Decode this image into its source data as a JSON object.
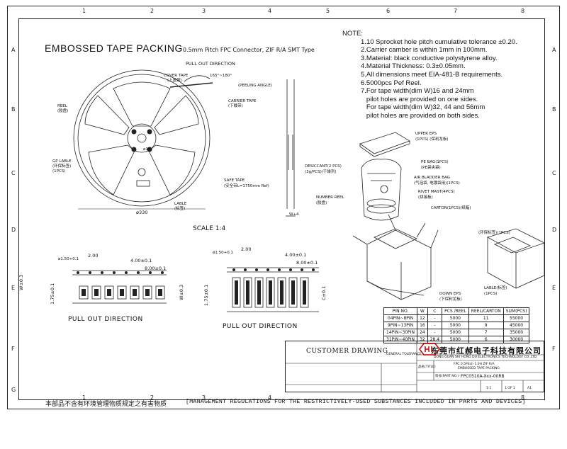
{
  "border_ticks": {
    "top": [
      "1",
      "2",
      "3",
      "4",
      "5",
      "6",
      "7",
      "8"
    ],
    "left": [
      "A",
      "B",
      "C",
      "D",
      "E",
      "F",
      "G"
    ]
  },
  "header": {
    "title": "EMBOSSED TAPE PACKING",
    "subtitle": "0.5mm Pitch FPC Connector, ZIF R/A SMT Type"
  },
  "reel": {
    "pull_out": "PULL OUT DIRECTION",
    "cover_tape": "COVER TAPE",
    "cover_tape_cn": "(上盖带)",
    "angle": "165°~180°",
    "peeling": "(PEELING ANGLE)",
    "carrier_tape": "CARRIER TAPE",
    "carrier_tape_cn": "(下载带)",
    "reel_label": "REEL",
    "reel_cn": "(胶盘)",
    "gp_label_1": "GP LABLE",
    "gp_label_2": "(环保标签)",
    "gp_label_3": "(1PCS)",
    "hub_dim": "ø13",
    "safe_tape": "SAFE TAPE",
    "safe_tape_cn": "(安全带L=1750mm Ref)",
    "lable": "LABLE",
    "lable_cn": "(标签)",
    "dia": "ø330",
    "width": "W+4",
    "scale": "SCALE 1:4"
  },
  "notes": {
    "heading": "NOTE:",
    "items": [
      "1.10 Sprocket hole pitch cumulative tolerance ±0.20.",
      "2.Carrier camber is within 1mm in 100mm.",
      "3.Material: black conductive polystyrene alloy.",
      "4.Material Thickness: 0.3±0.05mm.",
      "5.All dimensions meet EIA-481-B requirements.",
      "6.5000pcs Pef Reel.",
      "7.For tape width(dim W)16 and 24mm",
      "   pilot holes are provided on one sides.",
      "   For tape width(dim W)32, 44 and 56mm",
      "   pilot holes are provided on both sides."
    ]
  },
  "box": {
    "upper_eps": "UPPER EPS",
    "upper_eps_cn": "(1PCS) (保利龙板)",
    "pe_bag": "PE BAG(1PCS)",
    "pe_bag_cn": "(PE袋夹袋)",
    "desiccant": "DESICCANT(2 PCS)",
    "desiccant_cn": "(3g/PCS)(干燥剂)",
    "air_bag": "AIR BLADDER BAG",
    "air_bag_cn": "(气泡袋, 电镀袋用)(1PCS)",
    "rivet": "RIVET MAST(4PCS)",
    "rivet_cn": "(拼接板)",
    "number_reel": "NUMBER REEL",
    "number_reel_cn": "(胶盘)",
    "carton": "CARTON(1PCS)(纸箱)",
    "gp_label": "(环保标签)(1PCS)",
    "lable": "LABLE(标签)",
    "lable_qty": "(1PCS)",
    "down_eps": "DOWN EPS",
    "down_eps_cn": "(下保利龙板)"
  },
  "tape1": {
    "hole": "ø1.50+0.1",
    "pitch": "2.00",
    "p1": "4.00±0.1",
    "p2": "8.00±0.1",
    "w": "W±0.3",
    "e": "1.75±0.1",
    "pull": "PULL OUT DIRECTION"
  },
  "tape2": {
    "hole": "ø1.50+0.1",
    "pitch": "2.00",
    "p1": "4.00±0.1",
    "p2": "8.00±0.1",
    "w": "W±0.3",
    "e": "1.75±0.1",
    "c": "C±0.1",
    "pull": "PULL OUT DIRECTION"
  },
  "qty_table": {
    "headers": [
      "PIN NO.",
      "W",
      "C",
      "PCS /REEL",
      "REEL/CARTON",
      "SUM(PCS)"
    ],
    "rows": [
      [
        "04PIN~8PIN",
        "12",
        "-",
        "5000",
        "11",
        "55000"
      ],
      [
        "9PIN~13PIN",
        "16",
        "-",
        "5000",
        "9",
        "45000"
      ],
      [
        "14PIN~30PIN",
        "24",
        "-",
        "5000",
        "7",
        "35000"
      ],
      [
        "31PIN~40PIN",
        "32",
        "28.4",
        "5000",
        "6",
        "30000"
      ]
    ]
  },
  "title_block": {
    "customer_drawing": "CUSTOMER DRAWING",
    "company_cn": "东莞市红郝电子科技有限公司",
    "company_en": "DONG GUAN SHI HONG DU ELECTRONICS TECHNOLOGY CO.,LTD",
    "product_title": "FPC 0.5Pitch 1.0H ZIF R/A",
    "product_sub": "EMBOSSED TAPE PACKING",
    "part_label": "料号(PART NO.)",
    "part_no": "FPC0510A-Xxx-00RB",
    "name_label": "品名(TITLE)",
    "scale_val": "1:1",
    "sheet_val": "1 OF 1",
    "rev_val": "A1",
    "general_tol": "GENERAL TOLERANCE"
  },
  "footer": {
    "cn": "本部品不含有环境管理物质规定之有害物质",
    "en": "[MANAGEMENT REGULATIONS FOR THE RESTRICTIVELY-USED SUBSTANCES INCLUDED IN PARTS AND DEVICES]"
  }
}
